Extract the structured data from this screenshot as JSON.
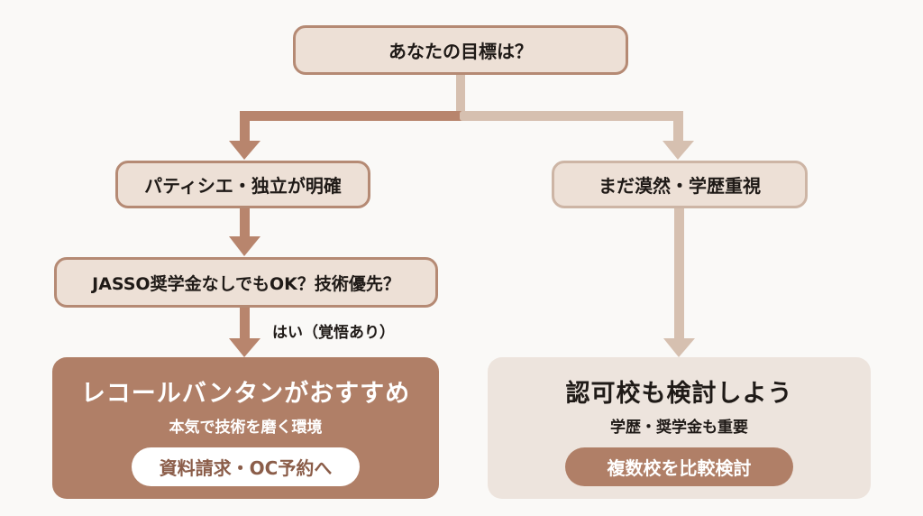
{
  "colors": {
    "accent_dark": "#b07f67",
    "accent_light": "#d6c0b0",
    "node_fill": "#ede0d6",
    "result_light_fill": "#ede4dd",
    "background": "#faf9f7",
    "text": "#1f1a17"
  },
  "nodes": {
    "root": {
      "label": "あなたの目標は？"
    },
    "left_branch": {
      "label": "パティシエ・独立が明確"
    },
    "right_branch": {
      "label": "まだ漠然・学歴重視"
    },
    "jasso_question": {
      "label": "JASSO奨学金なしでもOK？技術優先？"
    }
  },
  "edges": {
    "yes_label": "はい（覚悟あり）"
  },
  "results": {
    "left": {
      "title": "レコールバンタンがおすすめ",
      "subtitle": "本気で技術を磨く環境",
      "button": "資料請求・OC予約へ"
    },
    "right": {
      "title": "認可校も検討しよう",
      "subtitle": "学歴・奨学金も重要",
      "button": "複数校を比較検討"
    }
  }
}
